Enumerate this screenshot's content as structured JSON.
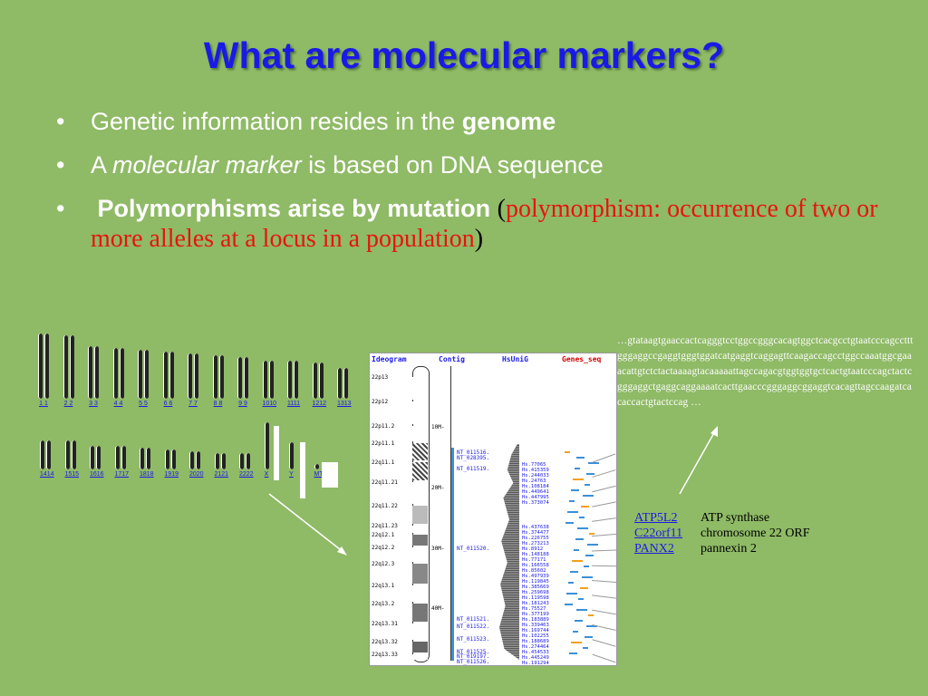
{
  "slide": {
    "title": "What are molecular markers?",
    "bullets": [
      {
        "prefix": "Genetic information resides in the ",
        "bold": "genome"
      },
      {
        "prefix": "A ",
        "italic": "molecular marker",
        "suffix": " is based on DNA sequence"
      },
      {
        "prefix": "Polymorphisms arise by mutation ",
        "paren_open": "(",
        "red": "polymorphism: occurrence of two or more alleles  at a locus in a population",
        "paren_close": ")"
      }
    ],
    "bullet_glyph": "•"
  },
  "karyotype": {
    "row1_labels": [
      "1 1",
      "2 2",
      "3 3",
      "4 4",
      "5 5",
      "6 6",
      "7 7",
      "8 8",
      "9 9",
      "1010",
      "1111",
      "1212",
      "1313"
    ],
    "row2_labels": [
      "1414",
      "1515",
      "1616",
      "1717",
      "1818",
      "1919",
      "2020",
      "2121",
      "2222",
      "X",
      "Y",
      "MT"
    ]
  },
  "browser": {
    "headers": {
      "ideogram": "Ideogram",
      "contig": "Contig",
      "hsunig": "HsUniG",
      "genes_seq": "Genes_seq"
    },
    "bands": [
      "22p13",
      "22p12",
      "22p11.2",
      "22p11.1",
      "22q11.1",
      "22q11.21",
      "22q11.22",
      "22q11.23",
      "22q12.1",
      "22q12.2",
      "22q12.3",
      "22q13.1",
      "22q13.2",
      "22q13.31",
      "22q13.32",
      "22q13.33"
    ],
    "scale": [
      "10M-",
      "20M-",
      "30M-",
      "40M-"
    ],
    "contigs": [
      "NT_011516.",
      "NT_028395.",
      "NT_011519.",
      "NT_011520.",
      "NT_011521.",
      "NT_011522.",
      "NT_011523.",
      "NT_011525.",
      "NT_019197.",
      "NT_011526."
    ],
    "hs_group1": [
      "Hs.77065",
      "Hs.415359",
      "Hs.244033",
      "Hs.24763",
      "Hs.108184",
      "Hs.449641",
      "Hs.447995",
      "Hs.373074"
    ],
    "hs_group2": [
      "Hs.437638",
      "Hs.374477",
      "Hs.226755",
      "Hs.273213",
      "Hs.8912",
      "Hs.148188",
      "Hs.77171",
      "Hs.166558",
      "Hs.85602",
      "Hs.497939",
      "Hs.119845",
      "Hs.385669",
      "Hs.259698",
      "Hs.119598",
      "Hs.181243",
      "Hs.75527",
      "Hs.377199",
      "Hs.183889",
      "Hs.339463",
      "Hs.169744",
      "Hs.102255",
      "Hs.188689",
      "Hs.274464",
      "Hs.454533",
      "Hs.445249",
      "Hs.191294"
    ]
  },
  "sequence": "…gtataagtgaaccactcagggtcctggccgggcacagtggctcacgcctgtaatcccagcctttgggaggccgaggtgggtggatcatgaggtcaggagttcaagaccagcctggccaaatggcgaaacattgtctctactaaaagtacaaaaattagccagacgtggtggtgctcactgtaatcccagctactcgggaggctgaggcaggaaaatcacttgaacccgggaggcggaggtcacagttagccaagatcacaccactgtactccag …",
  "genes": [
    {
      "symbol": "ATP5L2",
      "desc": "ATP synthase"
    },
    {
      "symbol": "C22orf11",
      "desc": "chromosome 22 ORF"
    },
    {
      "symbol": "PANX2",
      "desc": "pannexin 2"
    }
  ],
  "colors": {
    "background": "#8fba66",
    "title": "#1a1ae6",
    "highlight": "#e8140e"
  }
}
